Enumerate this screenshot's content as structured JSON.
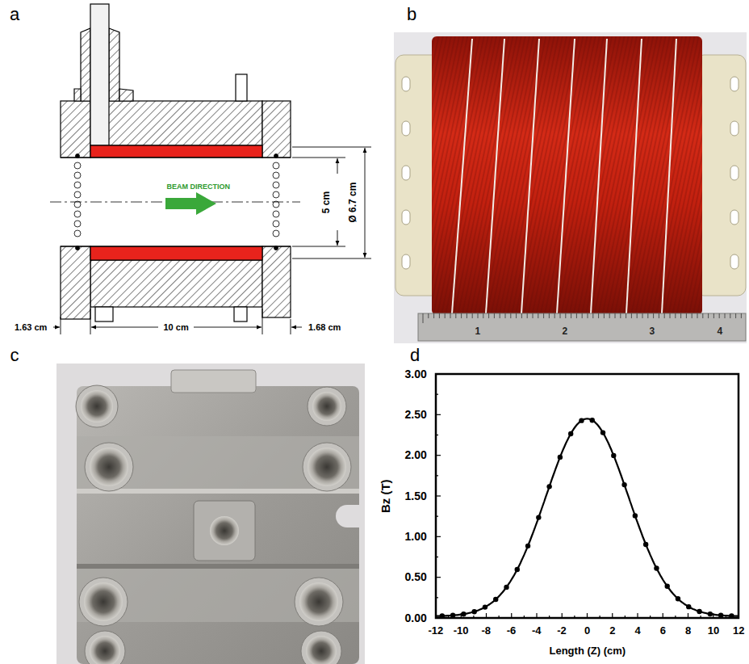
{
  "diagram": {
    "labels": [
      "a",
      "b",
      "c",
      "d",
      "BEAM DIRECTION",
      "5 cm",
      "Ø 6.7 cm",
      "1.63 cm",
      "10 cm",
      "1.68 cm",
      "1",
      "2",
      "3",
      "4",
      "3.00",
      "2.50",
      "2.00",
      "1.50",
      "1.00",
      "0.50",
      "0.00",
      "Bz (T)",
      "-12",
      "-10",
      "-8",
      "-6",
      "-4",
      "-2",
      "0",
      "2",
      "4",
      "6",
      "8",
      "10",
      "12",
      "Length (Z) (cm)"
    ]
  }
}
